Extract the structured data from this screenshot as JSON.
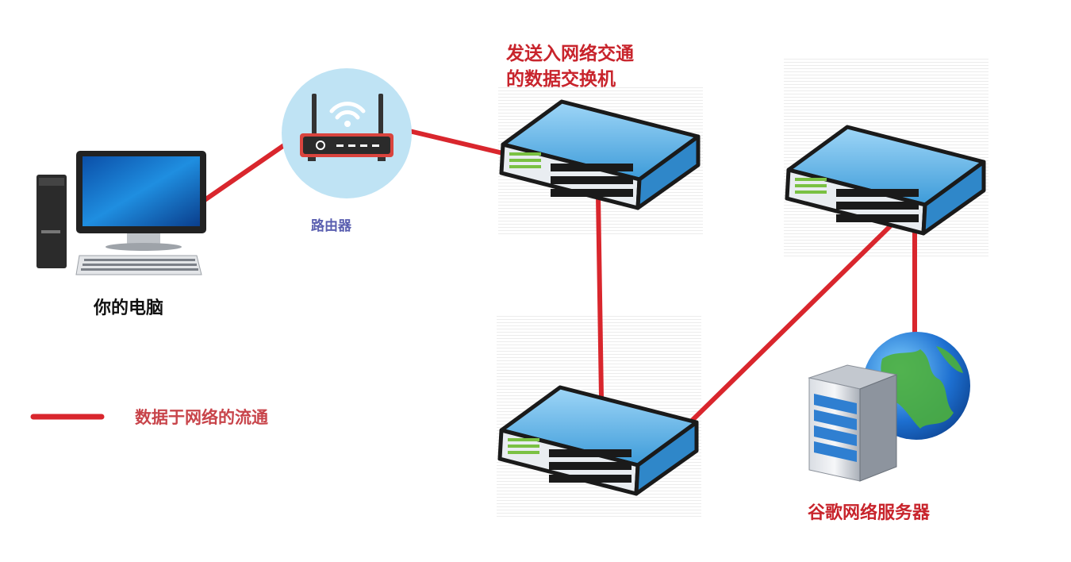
{
  "labels": {
    "computer": "你的电脑",
    "router": "路由器",
    "switch_top_line1": "发送入网络交通",
    "switch_top_line2": "的数据交换机",
    "server": "谷歌网络服务器"
  },
  "legend": {
    "text": "数据于网络的流通"
  },
  "icons": {
    "computer": "desktop-computer-icon",
    "router": "wifi-router-icon",
    "switch": "network-switch-icon",
    "server": "server-tower-icon",
    "globe": "globe-icon"
  },
  "colors": {
    "link_line": "#d9262d",
    "switch_body": "#4aa6df",
    "router_circle": "#bfe3f4",
    "red_text": "#c8242c",
    "router_label": "#5a5fb0"
  }
}
